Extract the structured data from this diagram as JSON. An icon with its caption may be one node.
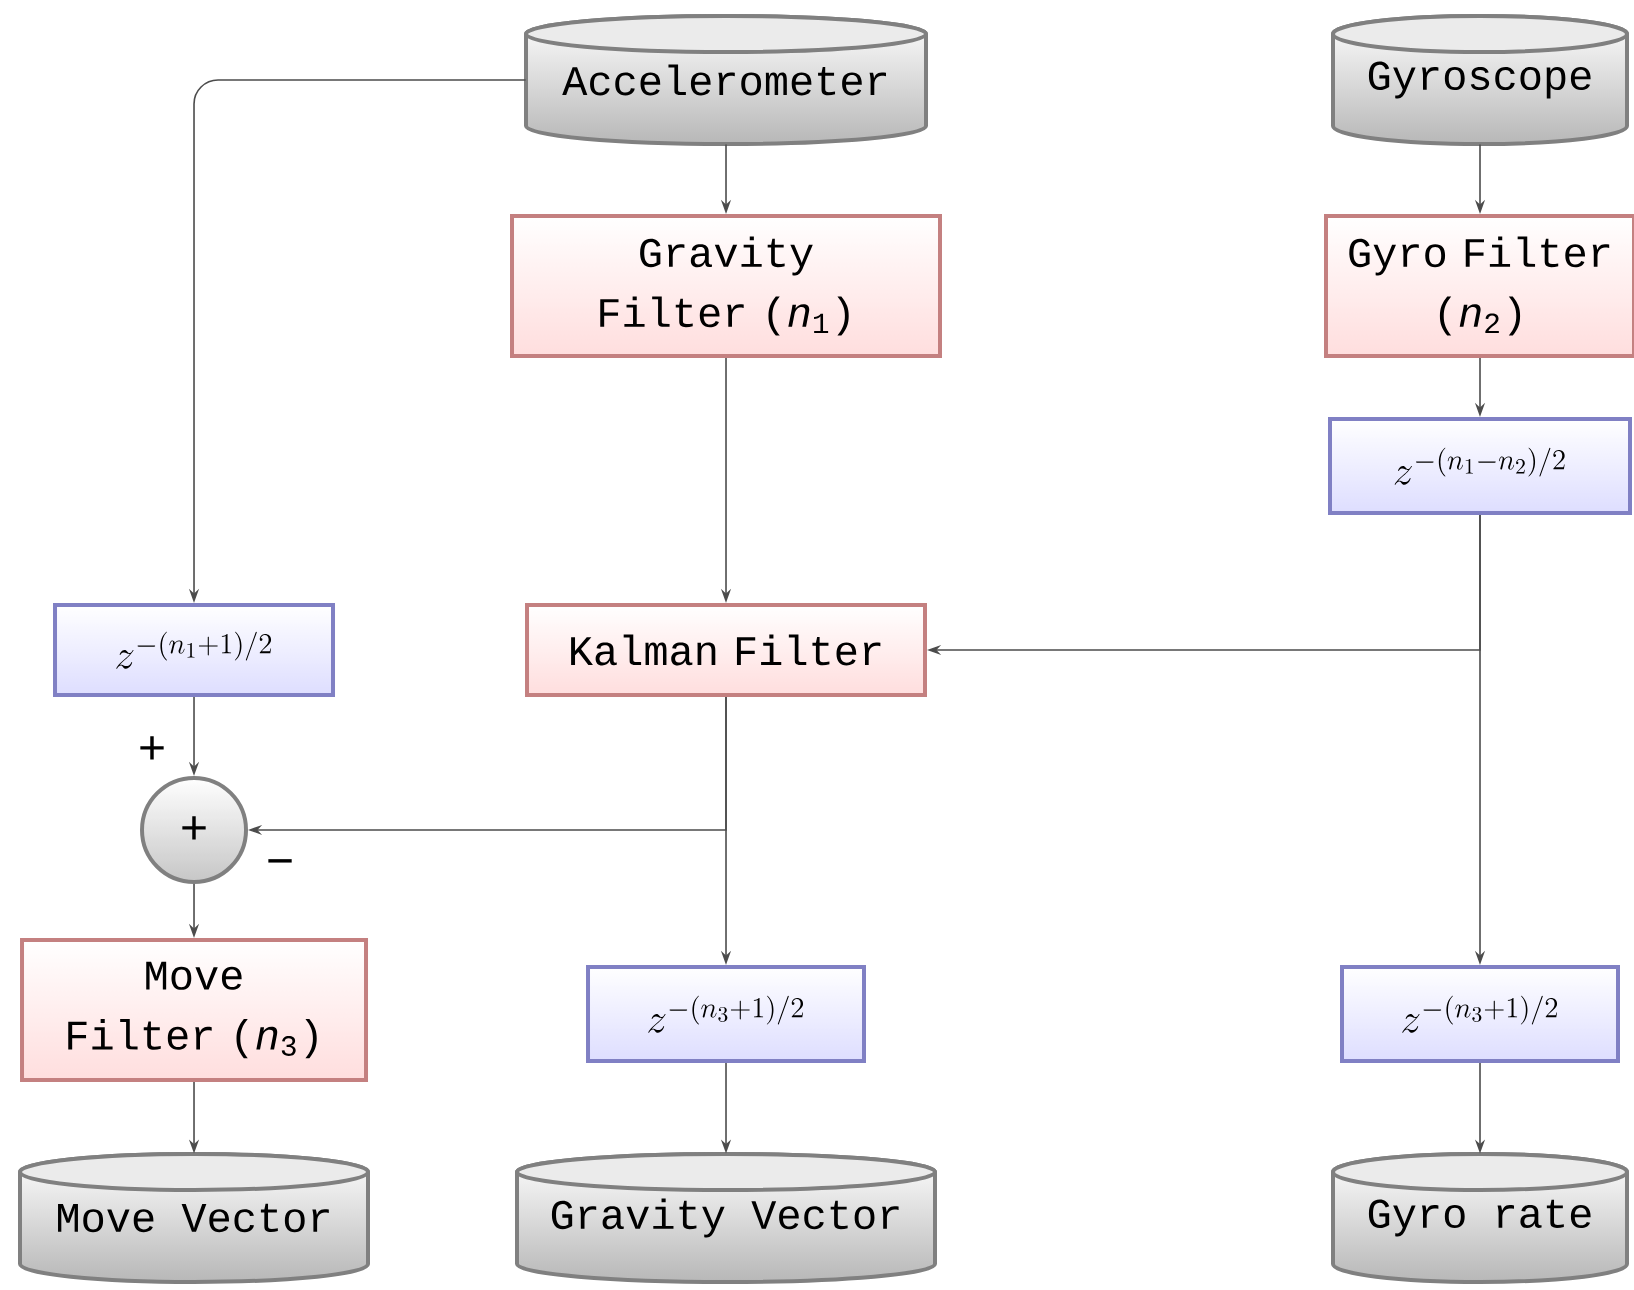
{
  "diagram": {
    "nodes": [
      {
        "text": [
          "Accelerometer"
        ]
      },
      {
        "text": [
          "Gyroscope"
        ]
      },
      {
        "text": [
          "Gravity Filter (*n*$_{1}$)"
        ]
      },
      {
        "text": [
          "Gyro Filter (*n*$_{2}$)"
        ]
      },
      {
        "text": [
          "z^{-(n_1-n_2)/2}"
        ]
      },
      {
        "text": [
          "z^{-(n_1+1)/2}"
        ]
      },
      {
        "text": [
          "Kalman Filter"
        ]
      },
      {
        "text": [
          "+"
        ]
      },
      {
        "text": [
          "Move Filter (*n*$_{3}$)"
        ]
      },
      {
        "text": [
          "z^{-(n_3+1)/2}"
        ]
      },
      {
        "text": [
          "z^{-(n_3+1)/2}"
        ]
      },
      {
        "text": [
          "Move Vector"
        ]
      },
      {
        "text": [
          "Gravity Vector"
        ]
      },
      {
        "text": [
          "Gyro rate"
        ]
      }
    ],
    "edges": [
      {
        "from": 0,
        "to": 2,
        "arrow": "to"
      },
      {
        "from": 1,
        "to": 3,
        "arrow": "to"
      },
      {
        "from": 2,
        "to": 6,
        "arrow": "to"
      },
      {
        "from": 3,
        "to": 4,
        "arrow": "to"
      },
      {
        "from": 4,
        "to": 6,
        "arrow": "to"
      },
      {
        "from": 0,
        "to": 5,
        "arrow": "to"
      },
      {
        "from": 5,
        "to": 7,
        "arrow": "to",
        "label": "+"
      },
      {
        "from": 6,
        "to": 7,
        "arrow": "to",
        "label": "−"
      },
      {
        "from": 4,
        "to": 10,
        "arrow": "to"
      },
      {
        "from": 6,
        "to": 9,
        "arrow": "to"
      },
      {
        "from": 7,
        "to": 8,
        "arrow": "to"
      },
      {
        "from": 8,
        "to": 11,
        "arrow": "to"
      },
      {
        "from": 9,
        "to": 12,
        "arrow": "to"
      },
      {
        "from": 10,
        "to": 13,
        "arrow": "to"
      }
    ]
  }
}
